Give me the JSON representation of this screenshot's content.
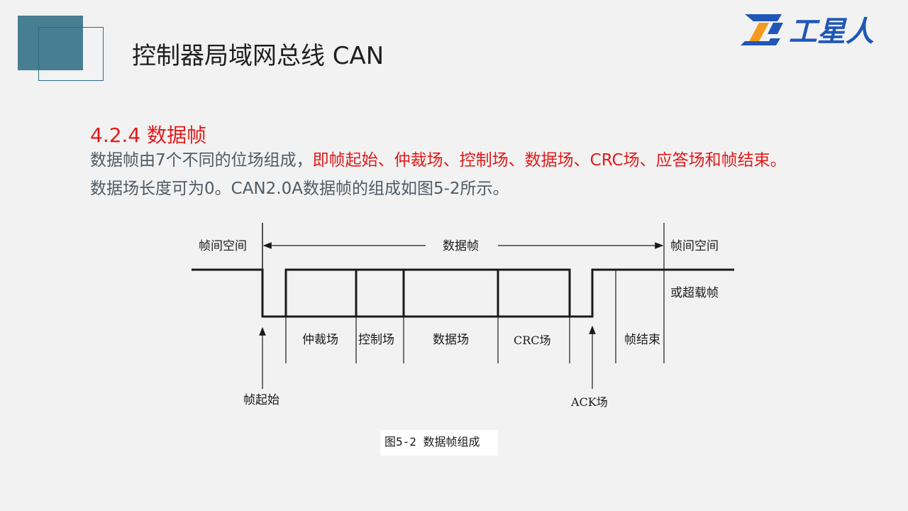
{
  "slide": {
    "title": "控制器局域网总线 CAN",
    "logo_text": "工星人"
  },
  "section": {
    "heading": "4.2.4  数据帧",
    "para1_plain": "数据帧由7个不同的位场组成，",
    "para1_red": "即帧起始、仲裁场、控制场、数据场、CRC场、应答场和帧结束。",
    "para2": "数据场长度可为0。CAN2.0A数据帧的组成如图5-2所示。"
  },
  "diagram": {
    "interframe_left": "帧间空间",
    "data_frame": "数据帧",
    "interframe_right": "帧间空间",
    "overload_frame": "或超载帧",
    "fields": [
      "仲裁场",
      "控制场",
      "数据场",
      "CRC场",
      "帧结束"
    ],
    "sof": "帧起始",
    "ack": "ACK场",
    "caption": "图5-2 数据帧组成"
  },
  "colors": {
    "accent_red": "#e21a1a",
    "deco_teal": "#477e91",
    "logo_blue": "#1f57b8",
    "logo_orange": "#f39a1e"
  }
}
